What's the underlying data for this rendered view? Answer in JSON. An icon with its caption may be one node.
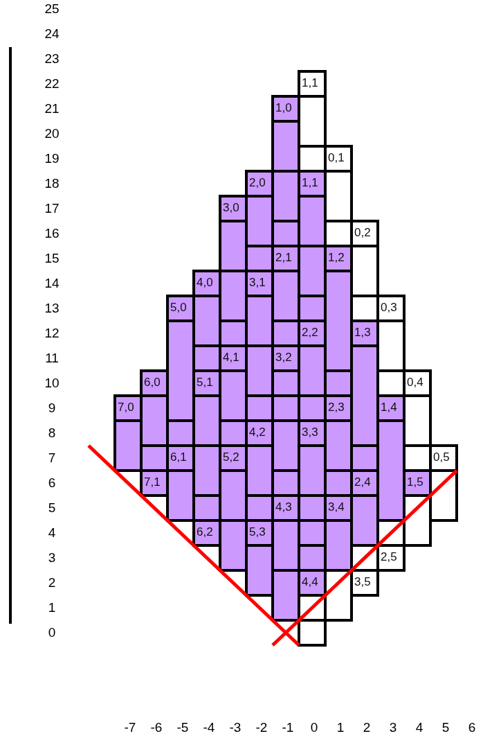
{
  "diagram": {
    "nodes": [
      {
        "text": [
          "7,0"
        ]
      },
      {
        "text": [],
        "shape": "box"
      },
      {
        "text": [
          "6,0"
        ]
      },
      {
        "text": [],
        "shape": "box"
      },
      {
        "text": [],
        "shape": "box"
      },
      {
        "text": [
          "7,1"
        ]
      },
      {
        "text": [
          "5,0"
        ]
      },
      {
        "text": [],
        "shape": "box"
      },
      {
        "text": [],
        "shape": "box"
      },
      {
        "text": [
          "6,1"
        ]
      },
      {
        "text": [],
        "shape": "box"
      },
      {
        "text": [
          "4,0"
        ]
      },
      {
        "text": [],
        "shape": "box"
      },
      {
        "text": [],
        "shape": "box"
      },
      {
        "text": [
          "5,1"
        ]
      },
      {
        "text": [],
        "shape": "box"
      },
      {
        "text": [],
        "shape": "box"
      },
      {
        "text": [],
        "shape": "box"
      },
      {
        "text": [
          "6,2"
        ]
      },
      {
        "text": [
          "3,0"
        ]
      },
      {
        "text": [],
        "shape": "box"
      },
      {
        "text": [],
        "shape": "box"
      },
      {
        "text": [],
        "shape": "box"
      },
      {
        "text": [
          "4,1"
        ]
      },
      {
        "text": [],
        "shape": "box"
      },
      {
        "text": [],
        "shape": "box"
      },
      {
        "text": [
          "5,2"
        ]
      },
      {
        "text": [],
        "shape": "box"
      },
      {
        "text": [],
        "shape": "box"
      },
      {
        "text": [
          "2,0"
        ]
      },
      {
        "text": [],
        "shape": "box"
      },
      {
        "text": [],
        "shape": "box"
      },
      {
        "text": [
          "3,1"
        ]
      },
      {
        "text": [],
        "shape": "box"
      },
      {
        "text": [],
        "shape": "box"
      },
      {
        "text": [],
        "shape": "box"
      },
      {
        "text": [
          "4,2"
        ]
      },
      {
        "text": [],
        "shape": "box"
      },
      {
        "text": [],
        "shape": "box"
      },
      {
        "text": [
          "5,3"
        ]
      },
      {
        "text": [],
        "shape": "box"
      },
      {
        "text": [
          "1,0"
        ]
      },
      {
        "text": [],
        "shape": "box"
      },
      {
        "text": [],
        "shape": "box"
      },
      {
        "text": [],
        "shape": "box"
      },
      {
        "text": [
          "2,1"
        ]
      },
      {
        "text": [],
        "shape": "box"
      },
      {
        "text": [],
        "shape": "box"
      },
      {
        "text": [
          "3,2"
        ]
      },
      {
        "text": [],
        "shape": "box"
      },
      {
        "text": [],
        "shape": "box"
      },
      {
        "text": [],
        "shape": "box"
      },
      {
        "text": [],
        "shape": "box"
      },
      {
        "text": [
          "4,3"
        ]
      },
      {
        "text": [],
        "shape": "box"
      },
      {
        "text": [],
        "shape": "box"
      },
      {
        "text": [
          "1,1"
        ]
      },
      {
        "text": [],
        "shape": "box"
      },
      {
        "text": [],
        "shape": "box"
      },
      {
        "text": [
          "1,1"
        ]
      },
      {
        "text": [],
        "shape": "box"
      },
      {
        "text": [],
        "shape": "box"
      },
      {
        "text": [],
        "shape": "box"
      },
      {
        "text": [
          "2,2"
        ]
      },
      {
        "text": [],
        "shape": "box"
      },
      {
        "text": [],
        "shape": "box"
      },
      {
        "text": [
          "3,3"
        ]
      },
      {
        "text": [],
        "shape": "box"
      },
      {
        "text": [],
        "shape": "box"
      },
      {
        "text": [],
        "shape": "box"
      },
      {
        "text": [],
        "shape": "box"
      },
      {
        "text": [
          "4,4"
        ]
      },
      {
        "text": [],
        "shape": "box"
      },
      {
        "text": [],
        "shape": "box"
      },
      {
        "text": [
          "0,1"
        ]
      },
      {
        "text": [],
        "shape": "box"
      },
      {
        "text": [],
        "shape": "box"
      },
      {
        "text": [
          "1,2"
        ]
      },
      {
        "text": [],
        "shape": "box"
      },
      {
        "text": [],
        "shape": "box"
      },
      {
        "text": [
          "2,3"
        ]
      },
      {
        "text": [],
        "shape": "box"
      },
      {
        "text": [],
        "shape": "box"
      },
      {
        "text": [
          "3,4"
        ]
      },
      {
        "text": [],
        "shape": "box"
      },
      {
        "text": [],
        "shape": "box"
      },
      {
        "text": [
          "0,2"
        ]
      },
      {
        "text": [],
        "shape": "box"
      },
      {
        "text": [],
        "shape": "box"
      },
      {
        "text": [
          "1,3"
        ]
      },
      {
        "text": [],
        "shape": "box"
      },
      {
        "text": [],
        "shape": "box"
      },
      {
        "text": [
          "2,4"
        ]
      },
      {
        "text": [],
        "shape": "box"
      },
      {
        "text": [],
        "shape": "box"
      },
      {
        "text": [
          "3,5"
        ]
      },
      {
        "text": [
          "0,3"
        ]
      },
      {
        "text": [],
        "shape": "box"
      },
      {
        "text": [],
        "shape": "box"
      },
      {
        "text": [
          "1,4"
        ]
      },
      {
        "text": [],
        "shape": "box"
      },
      {
        "text": [],
        "shape": "box"
      },
      {
        "text": [
          "2,5"
        ]
      },
      {
        "text": [
          "0,4"
        ]
      },
      {
        "text": [],
        "shape": "box"
      },
      {
        "text": [],
        "shape": "box"
      },
      {
        "text": [
          "1,5"
        ]
      },
      {
        "text": [],
        "shape": "box"
      },
      {
        "text": [
          "0,5"
        ]
      },
      {
        "text": [],
        "shape": "box"
      }
    ],
    "labels": [
      "25",
      "24",
      "23",
      "22",
      "21",
      "20",
      "19",
      "18",
      "17",
      "16",
      "15",
      "14",
      "13",
      "12",
      "11",
      "10",
      "9",
      "8",
      "7",
      "6",
      "5",
      "4",
      "3",
      "2",
      "1",
      "0",
      "-7",
      "-6",
      "-5",
      "-4",
      "-3",
      "-2",
      "-1",
      "0",
      "1",
      "2",
      "3",
      "4",
      "5",
      "6"
    ]
  }
}
